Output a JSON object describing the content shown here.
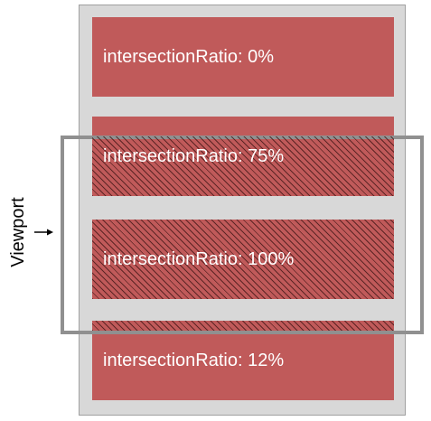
{
  "viewport_label": "Viewport",
  "boxes": [
    {
      "label": "intersectionRatio: 0%",
      "ratio": 0
    },
    {
      "label": "intersectionRatio: 75%",
      "ratio": 0.75
    },
    {
      "label": "intersectionRatio: 100%",
      "ratio": 1.0
    },
    {
      "label": "intersectionRatio: 12%",
      "ratio": 0.12
    }
  ],
  "colors": {
    "box_fill": "#c05a5a",
    "page_background": "#d8d8d8",
    "viewport_border": "#909090",
    "hatch": "#3c1414"
  }
}
